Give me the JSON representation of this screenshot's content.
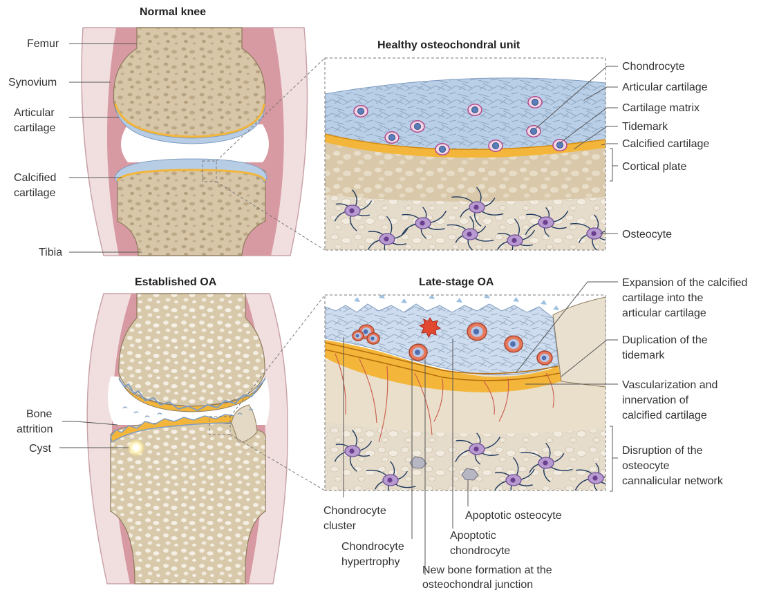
{
  "titles": {
    "normal_knee": "Normal knee",
    "healthy_unit": "Healthy osteochondral unit",
    "established_oa": "Established OA",
    "late_stage_oa": "Late-stage OA"
  },
  "normal_knee_labels": {
    "femur": "Femur",
    "synovium": "Synovium",
    "articular_1": "Articular",
    "articular_2": "cartilage",
    "calcified_1": "Calcified",
    "calcified_2": "cartilage",
    "tibia": "Tibia"
  },
  "healthy_labels": {
    "chondrocyte": "Chondrocyte",
    "articular_cartilage": "Articular cartilage",
    "cartilage_matrix": "Cartilage matrix",
    "tidemark": "Tidemark",
    "calcified_cartilage": "Calcified cartilage",
    "cortical_plate": "Cortical plate",
    "osteocyte": "Osteocyte"
  },
  "oa_knee_labels": {
    "bone_attrition_1": "Bone",
    "bone_attrition_2": "attrition",
    "cyst": "Cyst"
  },
  "late_labels": {
    "expansion_1": "Expansion of the calcified",
    "expansion_2": "cartilage into the",
    "expansion_3": "articular cartilage",
    "duplication_1": "Duplication of the",
    "duplication_2": "tidemark",
    "vascular_1": "Vascularization and",
    "vascular_2": "innervation of",
    "vascular_3": "calcified cartilage",
    "disruption_1": "Disruption of the",
    "disruption_2": "osteocyte",
    "disruption_3": "cannalicular network",
    "cluster_1": "Chondrocyte",
    "cluster_2": "cluster",
    "hypertrophy_1": "Chondrocyte",
    "hypertrophy_2": "hypertrophy",
    "apoptotic_osteocyte": "Apoptotic osteocyte",
    "apoptotic_chondrocyte_1": "Apoptotic",
    "apoptotic_chondrocyte_2": "chondrocyte",
    "new_bone_1": "New bone formation at the",
    "new_bone_2": "osteochondral junction"
  },
  "colors": {
    "bone": "#d3c3a3",
    "bone_light": "#ede4d2",
    "cartilage": "#b7cde6",
    "calcified": "#f3b63a",
    "synovium": "#d79aa3",
    "capsule": "#f1dfe0",
    "osteocyte": "#b79ad0",
    "canaliculi": "#1f3a5e",
    "chondrocyte": "#c2689c",
    "hypertrophic": "#e0745a",
    "vessel": "#c85a4a"
  }
}
